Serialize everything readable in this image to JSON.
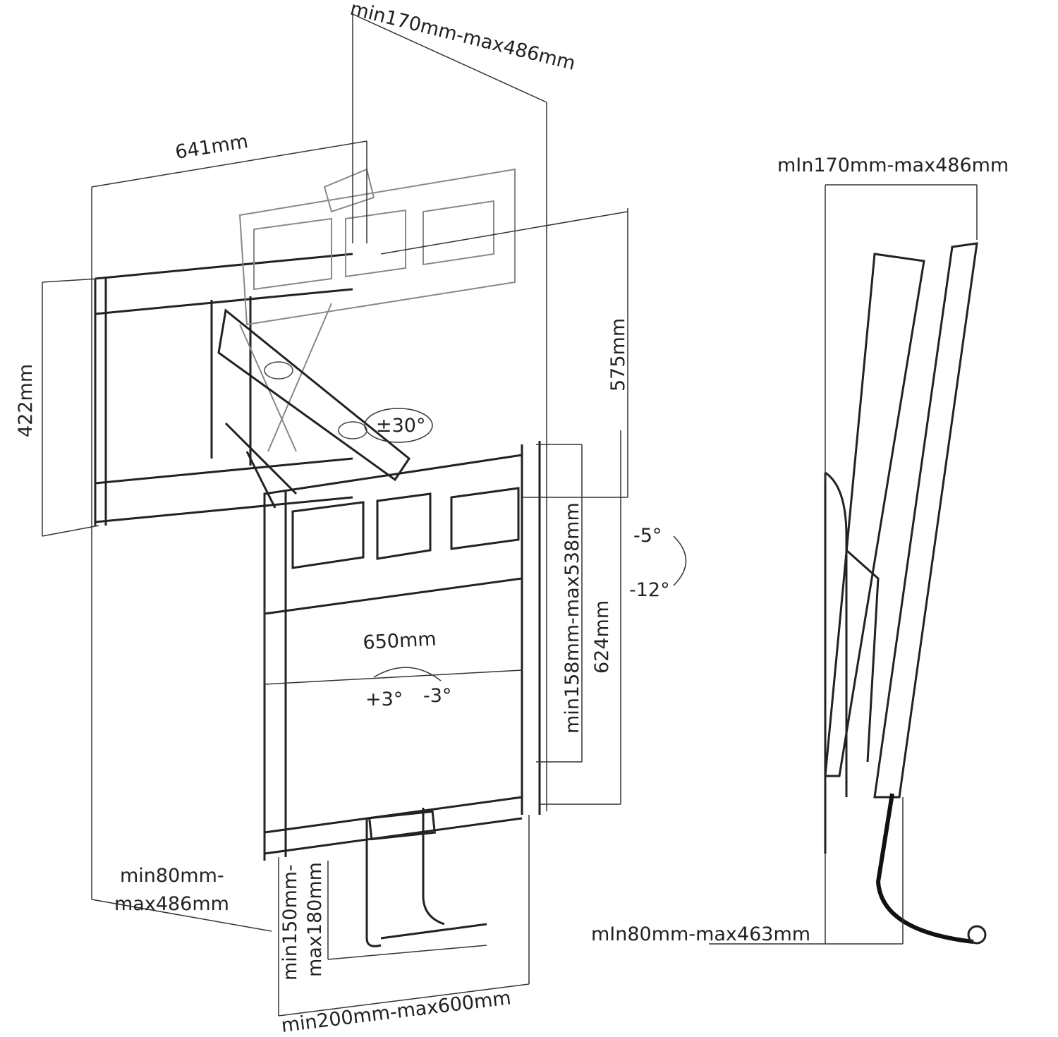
{
  "labels": {
    "depth_top": "min170mm-max486mm",
    "wall_plate_width": "641mm",
    "wall_plate_height": "422mm",
    "drop_height": "575mm",
    "swivel": "±30°",
    "tilt_up": "-5°",
    "tilt_down": "-12°",
    "vesa_vertical": "min158mm-max538mm",
    "tv_plate_height": "624mm",
    "tv_plate_width": "650mm",
    "level_plus": "+3°",
    "level_minus": "-3°",
    "extension_line1": "min80mm-",
    "extension_line2": "max486mm",
    "handle_line1": "min150mm-",
    "handle_line2": "max180mm",
    "vesa_horizontal": "min200mm-max600mm",
    "side_depth_top": "mIn170mm-max486mm",
    "side_depth_bottom": "mIn80mm-max463mm"
  }
}
